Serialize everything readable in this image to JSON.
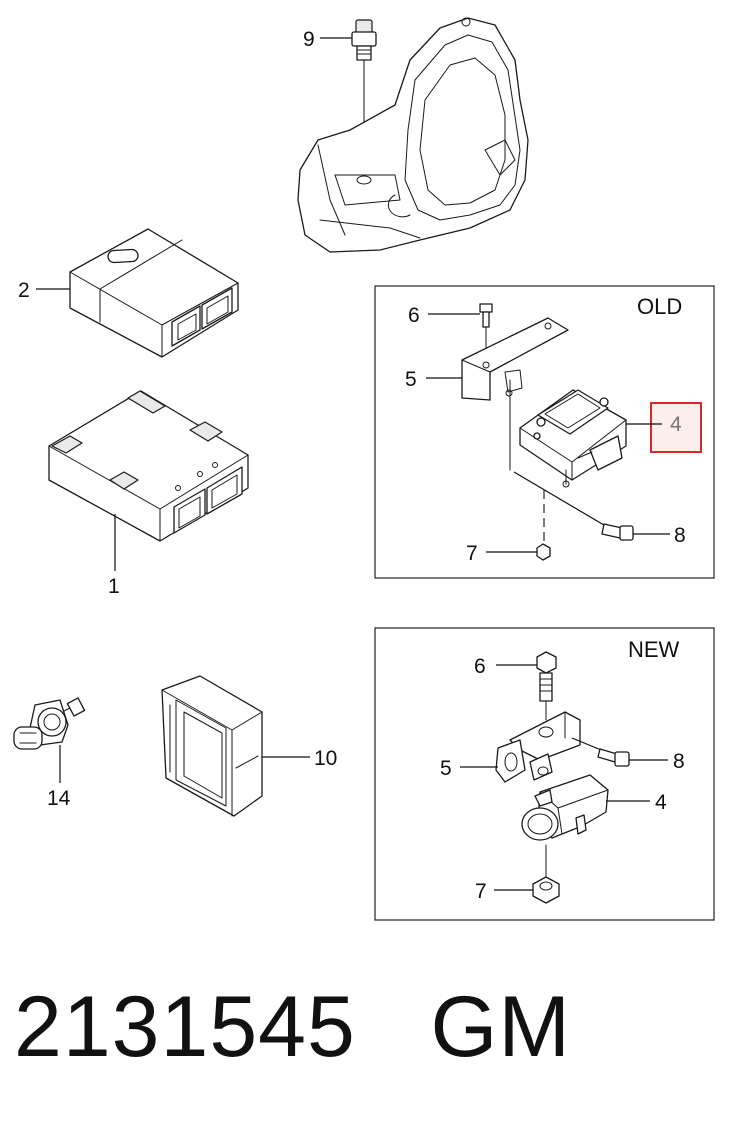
{
  "callouts": {
    "c9": "9",
    "c2": "2",
    "c1": "1",
    "c14": "14",
    "c10": "10",
    "old_6": "6",
    "old_5": "5",
    "old_4": "4",
    "old_8": "8",
    "old_7": "7",
    "new_6": "6",
    "new_5": "5",
    "new_8": "8",
    "new_4": "4",
    "new_7": "7"
  },
  "inset_old": {
    "label": "OLD"
  },
  "inset_new": {
    "label": "NEW"
  },
  "highlight": {
    "color": "#d62b2b"
  },
  "footer": {
    "part_number": "2131545",
    "brand": "GM",
    "separator": "   "
  }
}
